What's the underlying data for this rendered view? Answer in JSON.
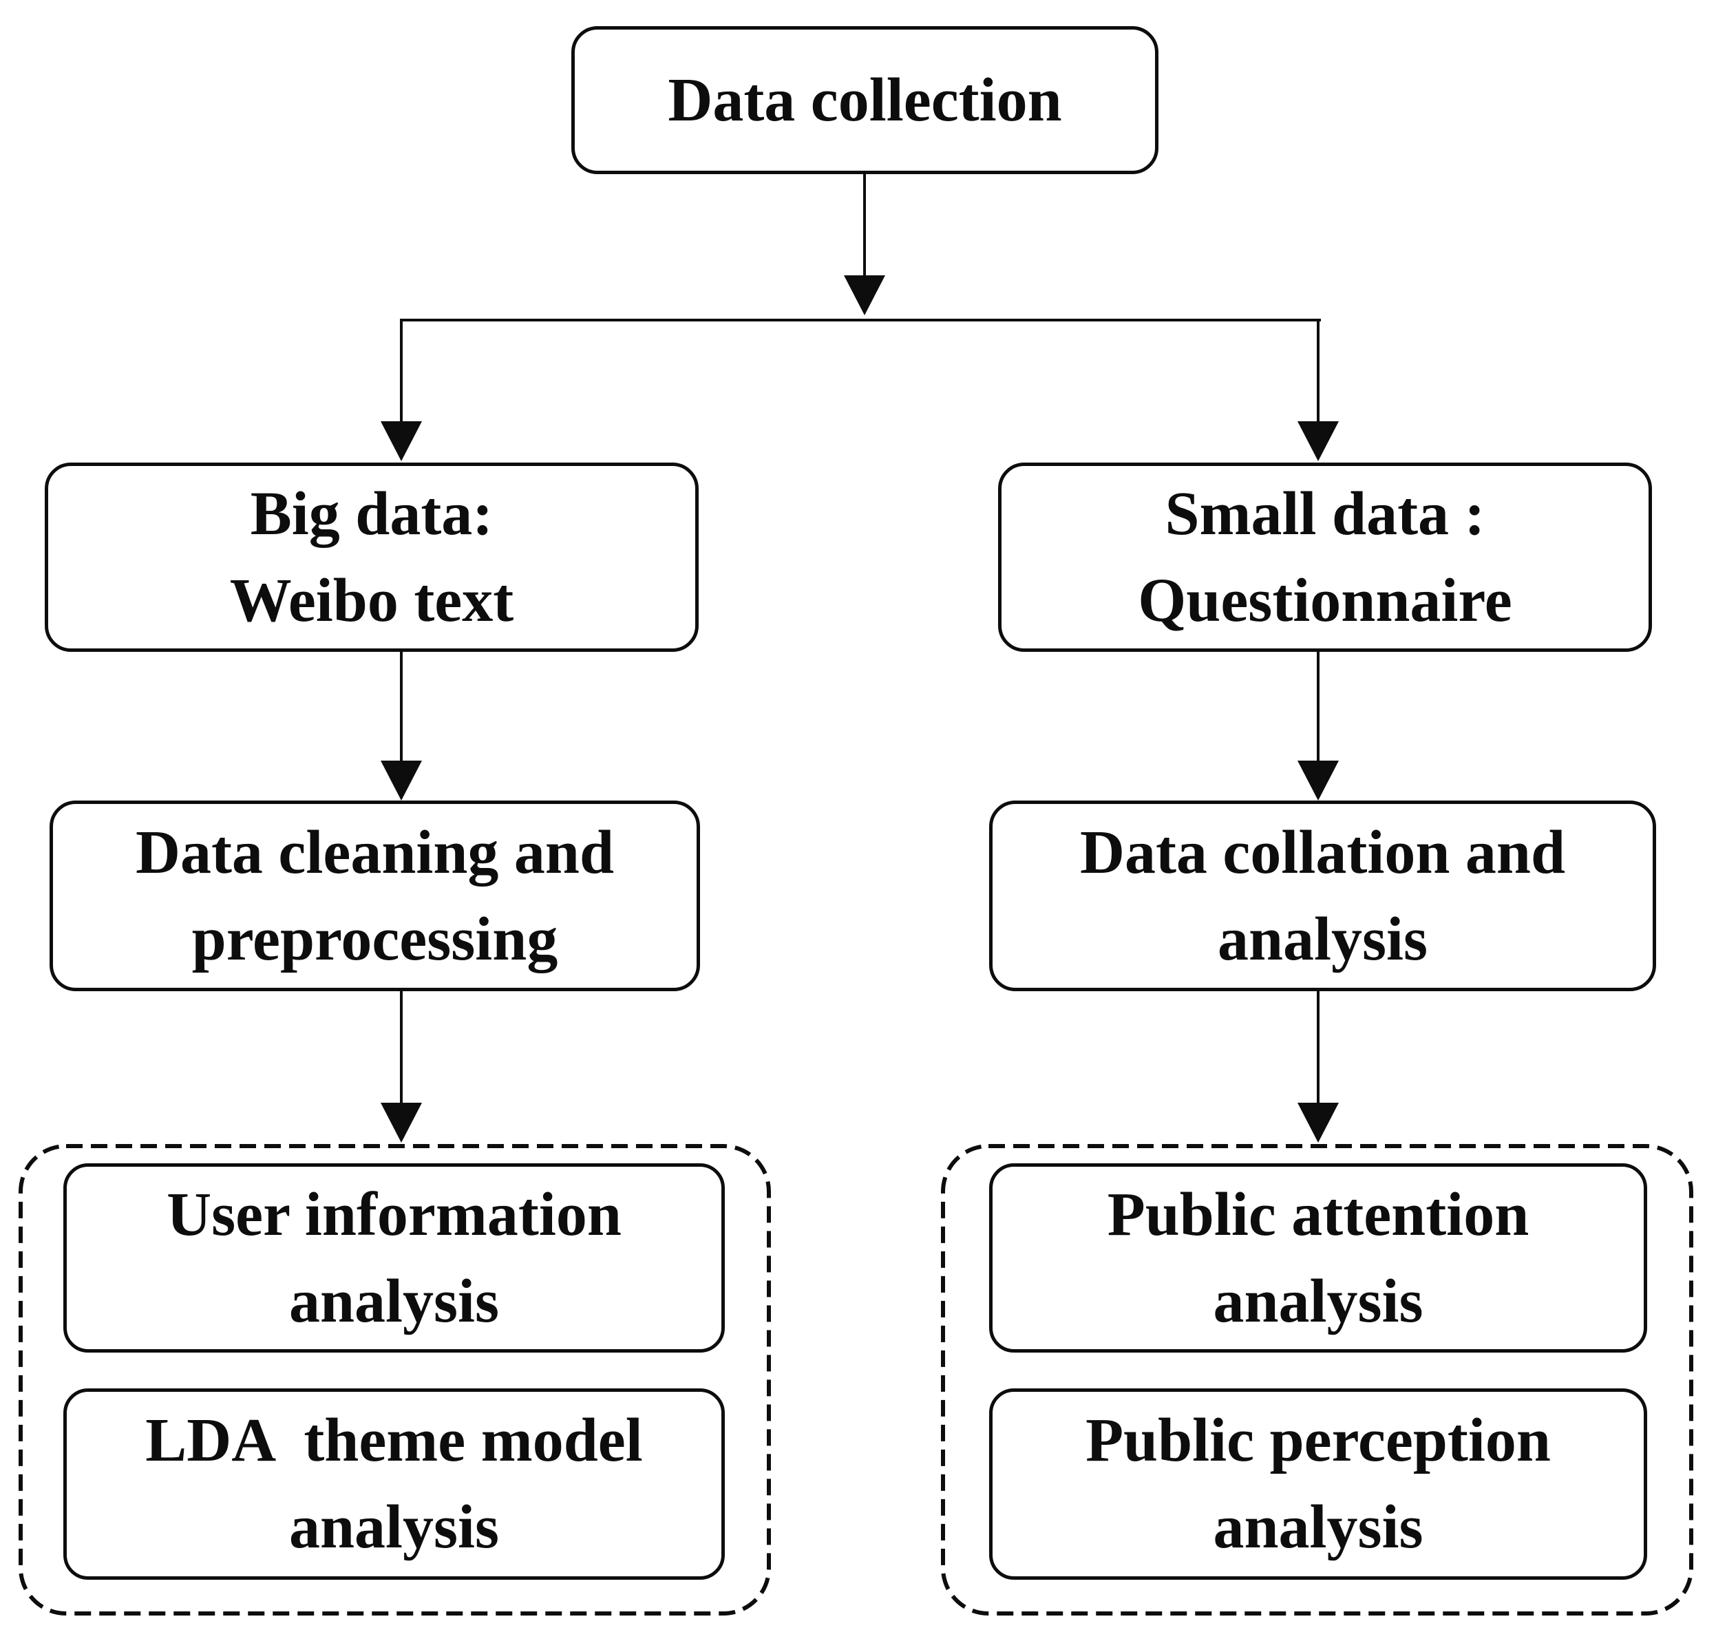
{
  "colors": {
    "ink": "#0d0d0d",
    "background": "#ffffff"
  },
  "nodes": {
    "data_collection": {
      "label": "Data collection"
    },
    "big_data": {
      "line1": "Big data:",
      "line2": "Weibo text"
    },
    "small_data": {
      "line1": "Small data :",
      "line2": "Questionnaire"
    },
    "data_cleaning": {
      "line1": "Data cleaning and",
      "line2": "preprocessing"
    },
    "data_collation": {
      "line1": "Data collation and",
      "line2": "analysis"
    },
    "user_information": {
      "line1": "User information",
      "line2": "analysis"
    },
    "lda_theme": {
      "line1": "LDA  theme model",
      "line2": "analysis"
    },
    "public_attention": {
      "line1": "Public attention",
      "line2": "analysis"
    },
    "public_perception": {
      "line1": "Public perception",
      "line2": "analysis"
    }
  }
}
